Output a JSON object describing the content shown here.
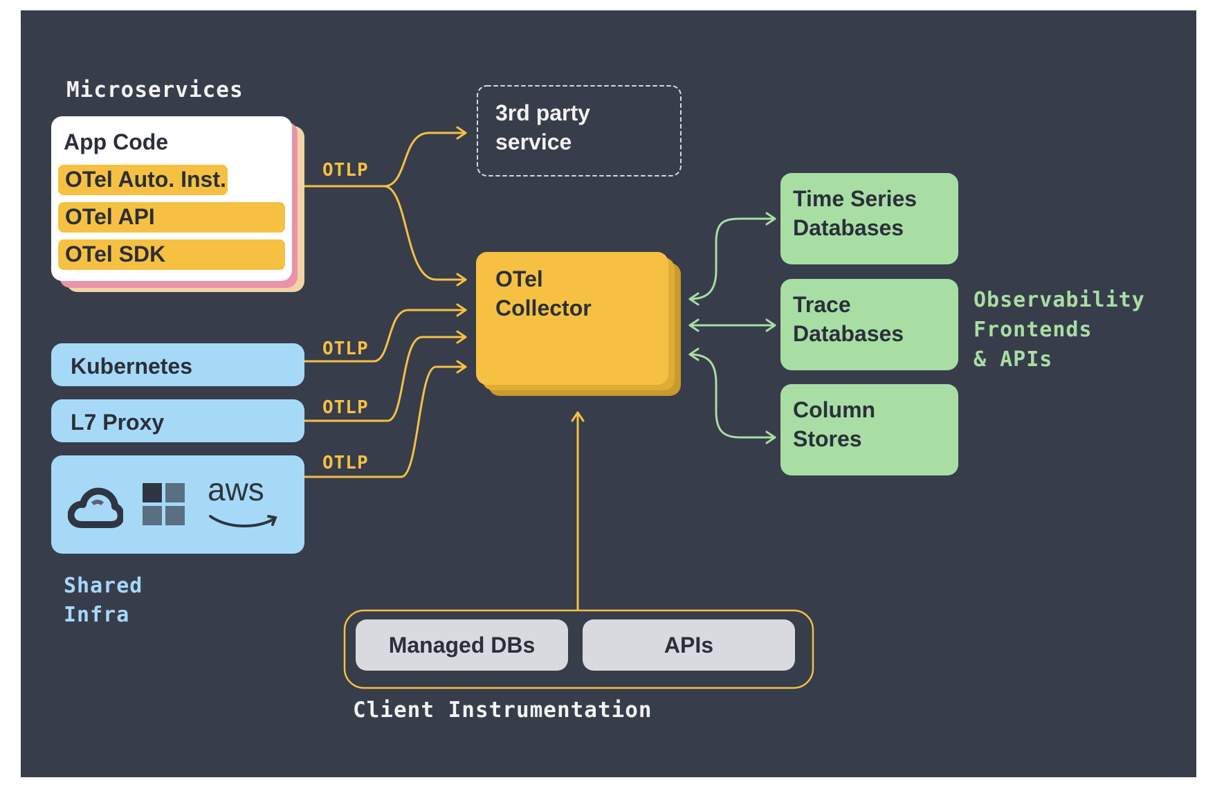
{
  "microservices": {
    "title": "Microservices",
    "app_code": "App Code",
    "auto_inst": "OTel Auto. Inst.",
    "api": "OTel API",
    "sdk": "OTel SDK"
  },
  "third_party": {
    "line1": "3rd party",
    "line2": "service"
  },
  "collector": {
    "line1": "OTel",
    "line2": "Collector"
  },
  "otlp_label": "OTLP",
  "sources": {
    "kubernetes": "Kubernetes",
    "l7proxy": "L7 Proxy",
    "aws_text": "aws"
  },
  "shared_infra": {
    "line1": "Shared",
    "line2": "Infra"
  },
  "backends": {
    "timeseries": {
      "line1": "Time Series",
      "line2": "Databases"
    },
    "trace": {
      "line1": "Trace",
      "line2": "Databases"
    },
    "column": {
      "line1": "Column",
      "line2": "Stores"
    }
  },
  "observability": {
    "line1": "Observability",
    "line2": "Frontends",
    "line3": "& APIs"
  },
  "client": {
    "managed_dbs": "Managed DBs",
    "apis": "APIs",
    "title": "Client Instrumentation"
  },
  "colors": {
    "background": "#383d4b",
    "yellow": "#f6c142",
    "blue": "#a6d9f7",
    "green": "#a8dea4",
    "gray": "#d9dae0"
  },
  "icons": [
    "cloud-icon",
    "grid-icon",
    "aws-logo"
  ]
}
